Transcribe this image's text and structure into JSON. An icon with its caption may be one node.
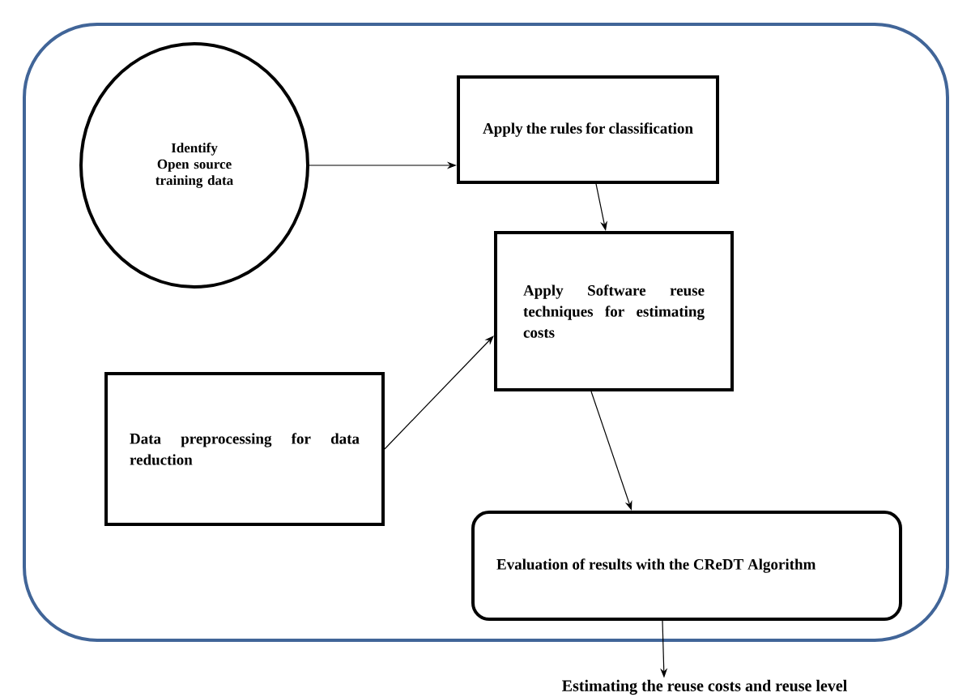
{
  "diagram": {
    "nodes": [
      {
        "text": [],
        "shape": "box"
      },
      {
        "text": [
          "Identify Open source training data"
        ],
        "in": 0
      },
      {
        "text": [
          "Apply the rules for classification"
        ],
        "in": 0
      },
      {
        "text": [
          "Apply Software reuse techniques for estimating costs"
        ],
        "in": 0
      },
      {
        "text": [
          "Data preprocessing for data reduction"
        ],
        "in": 0
      },
      {
        "text": [
          "Evaluation of results with the CReDT Algorithm"
        ],
        "in": 0
      },
      {
        "text": [
          "Estimating the reuse costs and reuse level"
        ]
      }
    ],
    "edges": [
      {
        "from": 1,
        "to": 2,
        "arrow": "to"
      },
      {
        "from": 2,
        "to": 3,
        "arrow": "to"
      },
      {
        "from": 4,
        "to": 3,
        "arrow": "to"
      },
      {
        "from": 3,
        "to": 5,
        "arrow": "to"
      },
      {
        "from": 5,
        "to": 6,
        "arrow": "to"
      }
    ]
  }
}
